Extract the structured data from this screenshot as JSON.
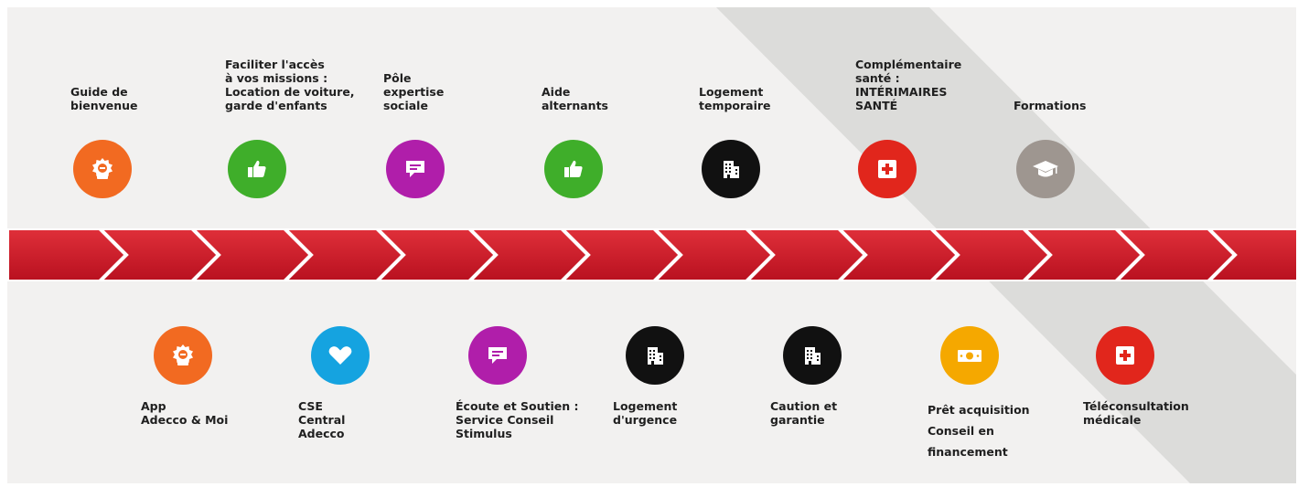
{
  "colors": {
    "background": "#f2f1f0",
    "band": "#dcdcda",
    "arrow_top": "#e0303a",
    "arrow_bottom": "#b8101f",
    "orange": "#f26a21",
    "green": "#3fae2a",
    "purple": "#b01eaa",
    "black": "#111111",
    "red": "#e1261c",
    "grey": "#9e9690",
    "blue": "#15a3e0",
    "yellow": "#f5a800"
  },
  "top_items": [
    {
      "label": "Guide de\nbienvenue",
      "icon": "badge-icon",
      "color": "#f26a21"
    },
    {
      "label": "Faciliter l'accès\nà vos missions :\nLocation de voiture,\ngarde d'enfants",
      "icon": "thumbs-up-icon",
      "color": "#3fae2a"
    },
    {
      "label": "Pôle\nexpertise\nsociale",
      "icon": "chat-icon",
      "color": "#b01eaa"
    },
    {
      "label": "Aide\nalternants",
      "icon": "thumbs-up-icon",
      "color": "#3fae2a"
    },
    {
      "label": "Logement\ntemporaire",
      "icon": "building-icon",
      "color": "#111111"
    },
    {
      "label": "Complémentaire\nsanté :\nINTÉRIMAIRES\nSANTÉ",
      "icon": "medical-cross-icon",
      "color": "#e1261c"
    },
    {
      "label": "Formations",
      "icon": "graduation-cap-icon",
      "color": "#9e9690"
    }
  ],
  "bottom_items": [
    {
      "label": "App\nAdecco & Moi",
      "icon": "badge-icon",
      "color": "#f26a21"
    },
    {
      "label": "CSE\nCentral\nAdecco",
      "icon": "heart-icon",
      "color": "#15a3e0"
    },
    {
      "label": "Écoute et Soutien :\nService Conseil\nStimulus",
      "icon": "chat-icon",
      "color": "#b01eaa"
    },
    {
      "label": "Logement\nd'urgence",
      "icon": "building-icon",
      "color": "#111111"
    },
    {
      "label": "Caution et\ngarantie",
      "icon": "building-icon",
      "color": "#111111"
    },
    {
      "label": "Prêt acquisition\nConseil en\nfinancement",
      "icon": "banknote-icon",
      "color": "#f5a800"
    },
    {
      "label": "Téléconsultation\nmédicale",
      "icon": "medical-cross-icon",
      "color": "#e1261c"
    }
  ]
}
